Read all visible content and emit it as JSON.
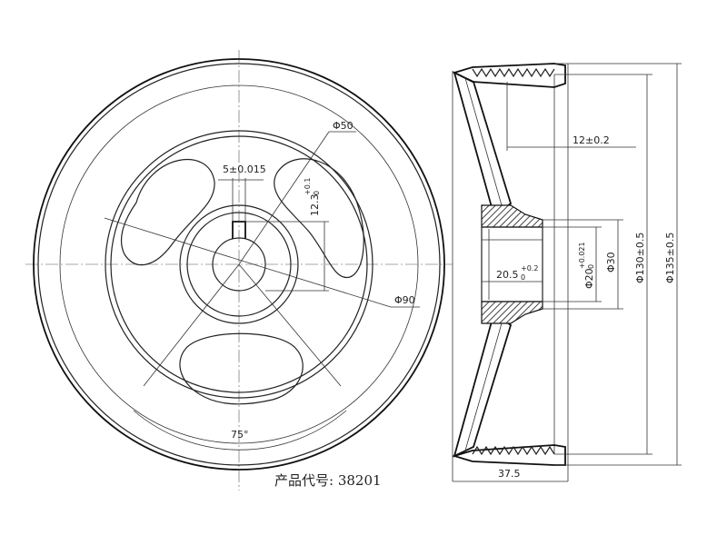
{
  "drawing": {
    "product_label": "产品代号: 38201",
    "dimensions": {
      "d50": "Φ50",
      "d90": "Φ90",
      "keyway_width": "5±0.015",
      "keyway_depth": "12.3",
      "keyway_depth_tol_upper": "+0.1",
      "keyway_depth_tol_lower": "0",
      "angle": "75°",
      "groove_offset": "12±0.2",
      "hub_length": "20.5",
      "hub_length_tol_upper": "+0.2",
      "hub_length_tol_lower": "0",
      "bore": "Φ20",
      "bore_tol_upper": "+0.021",
      "bore_tol_lower": "0",
      "hub_od": "Φ30",
      "groove_dia": "Φ130±0.5",
      "outer_dia": "Φ135±0.5",
      "width": "37.5"
    }
  }
}
